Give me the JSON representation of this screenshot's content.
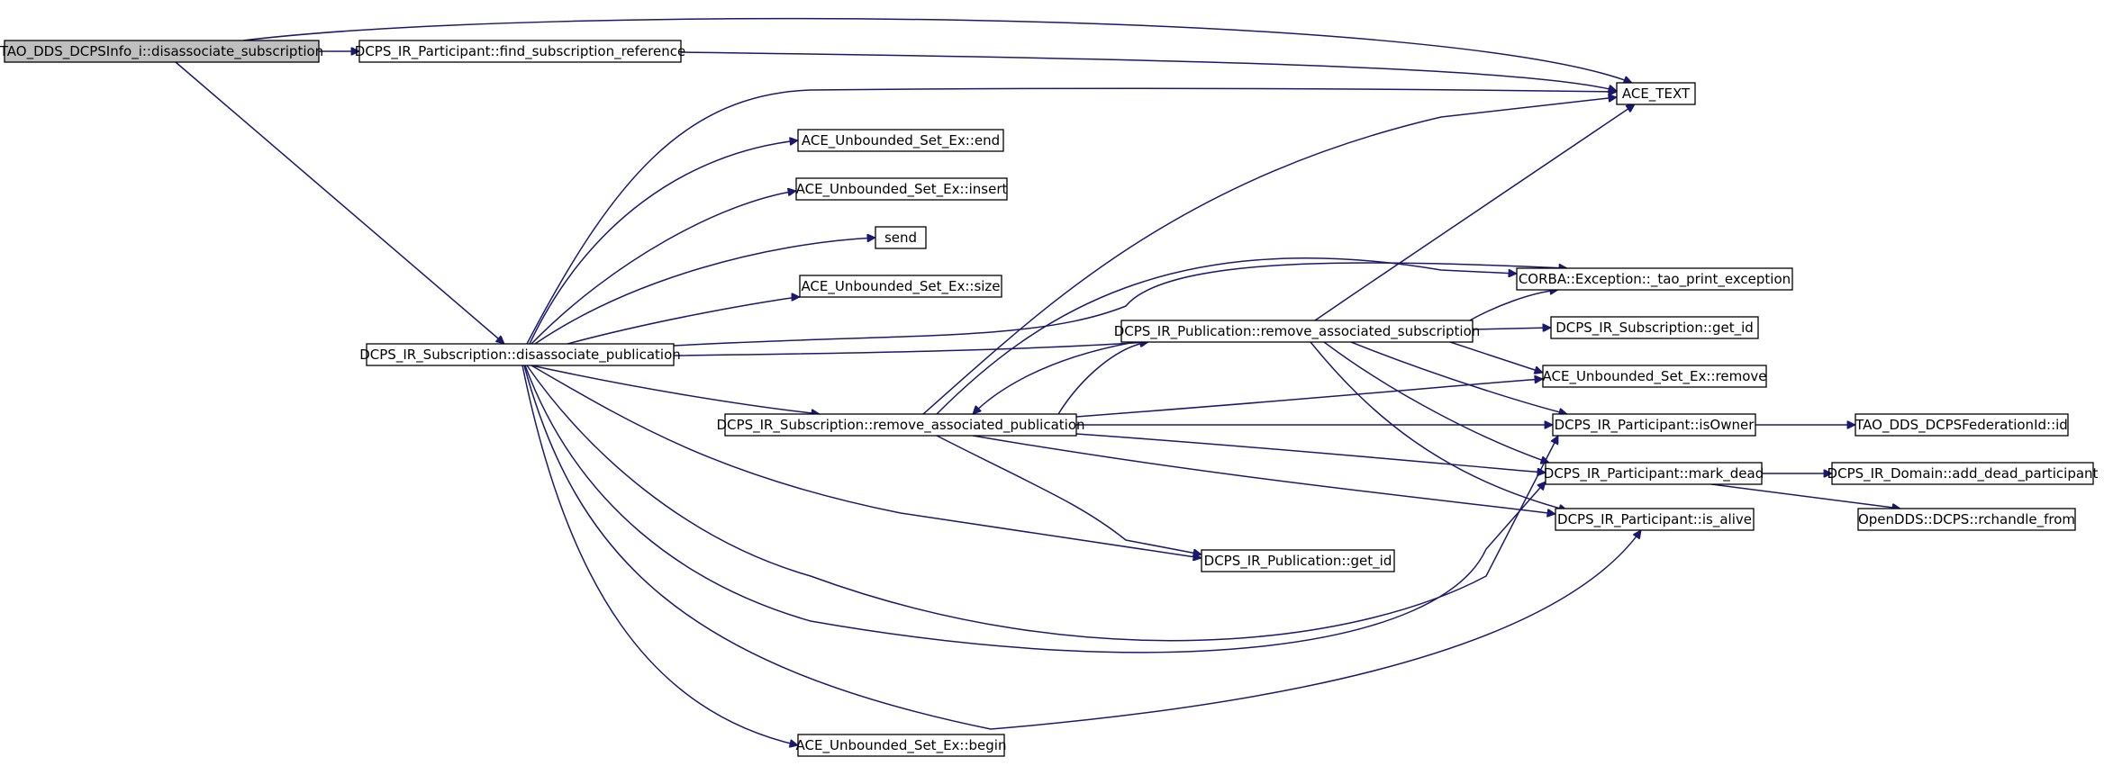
{
  "diagram": {
    "type": "call-graph",
    "edge_color": "#191970",
    "root_fill": "#bfbfbf",
    "nodes": [
      {
        "id": "root",
        "label": "TAO_DDS_DCPSInfo_i::disassociate_subscription",
        "root": true
      },
      {
        "id": "find_ref",
        "label": "DCPS_IR_Participant::find_subscription_reference"
      },
      {
        "id": "ace_text",
        "label": "ACE_TEXT"
      },
      {
        "id": "set_end",
        "label": "ACE_Unbounded_Set_Ex::end"
      },
      {
        "id": "set_insert",
        "label": "ACE_Unbounded_Set_Ex::insert"
      },
      {
        "id": "send",
        "label": "send"
      },
      {
        "id": "set_size",
        "label": "ACE_Unbounded_Set_Ex::size"
      },
      {
        "id": "disassoc_pub",
        "label": "DCPS_IR_Subscription::disassociate_publication"
      },
      {
        "id": "corba_ex",
        "label": "CORBA::Exception::_tao_print_exception"
      },
      {
        "id": "pub_remove_sub",
        "label": "DCPS_IR_Publication::remove_associated_subscription"
      },
      {
        "id": "sub_get_id",
        "label": "DCPS_IR_Subscription::get_id"
      },
      {
        "id": "set_remove",
        "label": "ACE_Unbounded_Set_Ex::remove"
      },
      {
        "id": "sub_remove_pub",
        "label": "DCPS_IR_Subscription::remove_associated_publication"
      },
      {
        "id": "is_owner",
        "label": "DCPS_IR_Participant::isOwner"
      },
      {
        "id": "fed_id",
        "label": "TAO_DDS_DCPSFederationId::id"
      },
      {
        "id": "mark_dead",
        "label": "DCPS_IR_Participant::mark_dead"
      },
      {
        "id": "add_dead",
        "label": "DCPS_IR_Domain::add_dead_participant"
      },
      {
        "id": "is_alive",
        "label": "DCPS_IR_Participant::is_alive"
      },
      {
        "id": "rchandle",
        "label": "OpenDDS::DCPS::rchandle_from"
      },
      {
        "id": "pub_get_id",
        "label": "DCPS_IR_Publication::get_id"
      },
      {
        "id": "set_begin",
        "label": "ACE_Unbounded_Set_Ex::begin"
      }
    ],
    "edges": [
      [
        "root",
        "find_ref"
      ],
      [
        "root",
        "ace_text"
      ],
      [
        "root",
        "disassoc_pub"
      ],
      [
        "find_ref",
        "ace_text"
      ],
      [
        "disassoc_pub",
        "ace_text"
      ],
      [
        "disassoc_pub",
        "set_end"
      ],
      [
        "disassoc_pub",
        "set_insert"
      ],
      [
        "disassoc_pub",
        "send"
      ],
      [
        "disassoc_pub",
        "set_size"
      ],
      [
        "disassoc_pub",
        "corba_ex"
      ],
      [
        "disassoc_pub",
        "pub_remove_sub"
      ],
      [
        "disassoc_pub",
        "sub_remove_pub"
      ],
      [
        "disassoc_pub",
        "pub_get_id"
      ],
      [
        "disassoc_pub",
        "is_owner"
      ],
      [
        "disassoc_pub",
        "mark_dead"
      ],
      [
        "disassoc_pub",
        "is_alive"
      ],
      [
        "disassoc_pub",
        "set_begin"
      ],
      [
        "pub_remove_sub",
        "ace_text"
      ],
      [
        "pub_remove_sub",
        "corba_ex"
      ],
      [
        "pub_remove_sub",
        "sub_get_id"
      ],
      [
        "pub_remove_sub",
        "set_remove"
      ],
      [
        "pub_remove_sub",
        "sub_remove_pub"
      ],
      [
        "pub_remove_sub",
        "is_owner"
      ],
      [
        "pub_remove_sub",
        "mark_dead"
      ],
      [
        "pub_remove_sub",
        "is_alive"
      ],
      [
        "sub_remove_pub",
        "ace_text"
      ],
      [
        "sub_remove_pub",
        "corba_ex"
      ],
      [
        "sub_remove_pub",
        "pub_remove_sub"
      ],
      [
        "sub_remove_pub",
        "set_remove"
      ],
      [
        "sub_remove_pub",
        "is_owner"
      ],
      [
        "sub_remove_pub",
        "mark_dead"
      ],
      [
        "sub_remove_pub",
        "is_alive"
      ],
      [
        "sub_remove_pub",
        "pub_get_id"
      ],
      [
        "is_owner",
        "fed_id"
      ],
      [
        "mark_dead",
        "add_dead"
      ],
      [
        "mark_dead",
        "rchandle"
      ]
    ]
  }
}
